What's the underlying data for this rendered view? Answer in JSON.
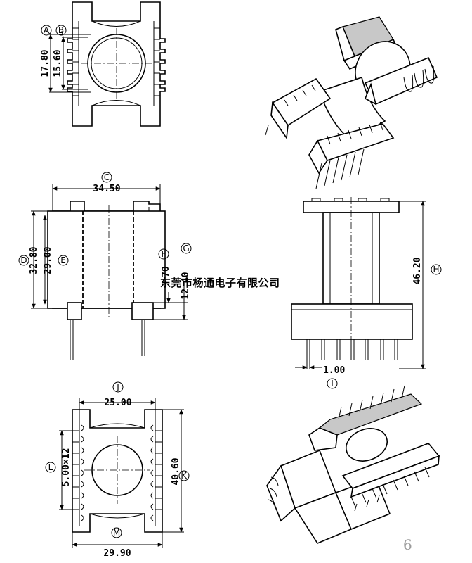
{
  "top_view": {
    "callouts": [
      "A",
      "B"
    ],
    "dims": [
      "17.80",
      "15.60"
    ]
  },
  "front_view": {
    "callouts": [
      "C",
      "D",
      "E",
      "F",
      "G"
    ],
    "dims": [
      "34.50",
      "32.80",
      "29.00",
      "70",
      "12.40"
    ]
  },
  "side_view": {
    "callouts": [
      "H",
      "I"
    ],
    "dims": [
      "46.20",
      "1.00"
    ]
  },
  "bottom_view": {
    "callouts": [
      "J",
      "K",
      "L",
      "M"
    ],
    "dims": [
      "25.00",
      "40.60",
      "5.00×12",
      "29.90"
    ]
  },
  "watermark_text": "东莞市杨通电子有限公司",
  "page_number": "6"
}
